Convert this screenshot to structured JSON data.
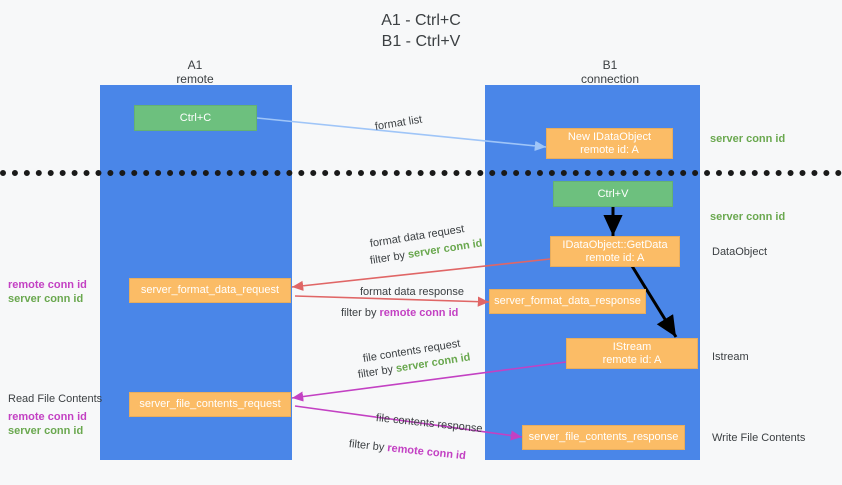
{
  "title": "A1 - Ctrl+C\nB1 - Ctrl+V",
  "columns": [
    {
      "id": "a1",
      "header": "A1\nremote",
      "color": "#4a86e8"
    },
    {
      "id": "b1",
      "header": "B1\nconnection",
      "color": "#4a86e8"
    }
  ],
  "nodes": {
    "ctrl_c": {
      "label": "Ctrl+C",
      "sub": "",
      "color": "#6dc07e"
    },
    "ctrl_v": {
      "label": "Ctrl+V",
      "sub": "",
      "color": "#6dc07e"
    },
    "idataobject_new": {
      "label": "New IDataObject",
      "sub": "remote id: A",
      "color": "#fbbc66"
    },
    "idataobject_getdata": {
      "label": "IDataObject::GetData",
      "sub": "remote id: A",
      "color": "#fbbc66"
    },
    "istream": {
      "label": "IStream",
      "sub": "remote id: A",
      "color": "#fbbc66"
    },
    "format_data_request": {
      "label": "server_format_data_request",
      "sub": "",
      "color": "#fbbc66"
    },
    "format_data_response": {
      "label": "server_format_data_response",
      "sub": "",
      "color": "#fbbc66"
    },
    "file_contents_request": {
      "label": "server_file_contents_request",
      "sub": "",
      "color": "#fbbc66"
    },
    "file_contents_response": {
      "label": "server_file_contents_response",
      "sub": "",
      "color": "#fbbc66"
    }
  },
  "edge_labels": {
    "format_list": "format list",
    "format_data_request": "format data request",
    "format_data_request_filter_prefix": "filter by ",
    "format_data_request_filter_value": "server conn id",
    "format_data_response": "format data response",
    "format_data_response_filter_prefix": "filter by ",
    "format_data_response_filter_value": "remote conn id",
    "file_contents_request": "file contents request",
    "file_contents_request_filter_prefix": "filter by ",
    "file_contents_request_filter_value": "server conn id",
    "file_contents_response": "file contents response",
    "file_contents_response_filter_prefix": "filter by ",
    "file_contents_response_filter_value": "remote conn id"
  },
  "right_labels": {
    "server_conn_id_top": "server conn id",
    "server_conn_id_mid": "server conn id",
    "dataobject": "DataObject",
    "istream": "Istream",
    "write_file_contents": "Write File Contents"
  },
  "left_labels": {
    "conn_ids_top_remote": "remote conn id",
    "conn_ids_top_server": "server conn id",
    "read_file_contents": "Read File Contents",
    "conn_ids_bottom_remote": "remote conn id",
    "conn_ids_bottom_server": "server conn id"
  },
  "colors": {
    "column_blue": "#4a86e8",
    "node_orange": "#fbbc66",
    "node_green": "#6dc07e",
    "green_text": "#6aa84f",
    "purple_text": "#c341c3",
    "arrow_blue": "#9fc5f8",
    "arrow_red": "#e06666",
    "arrow_magenta": "#c341c3",
    "arrow_black": "#000000",
    "divider": "#1a1a1a",
    "background": "#f7f8f9"
  }
}
